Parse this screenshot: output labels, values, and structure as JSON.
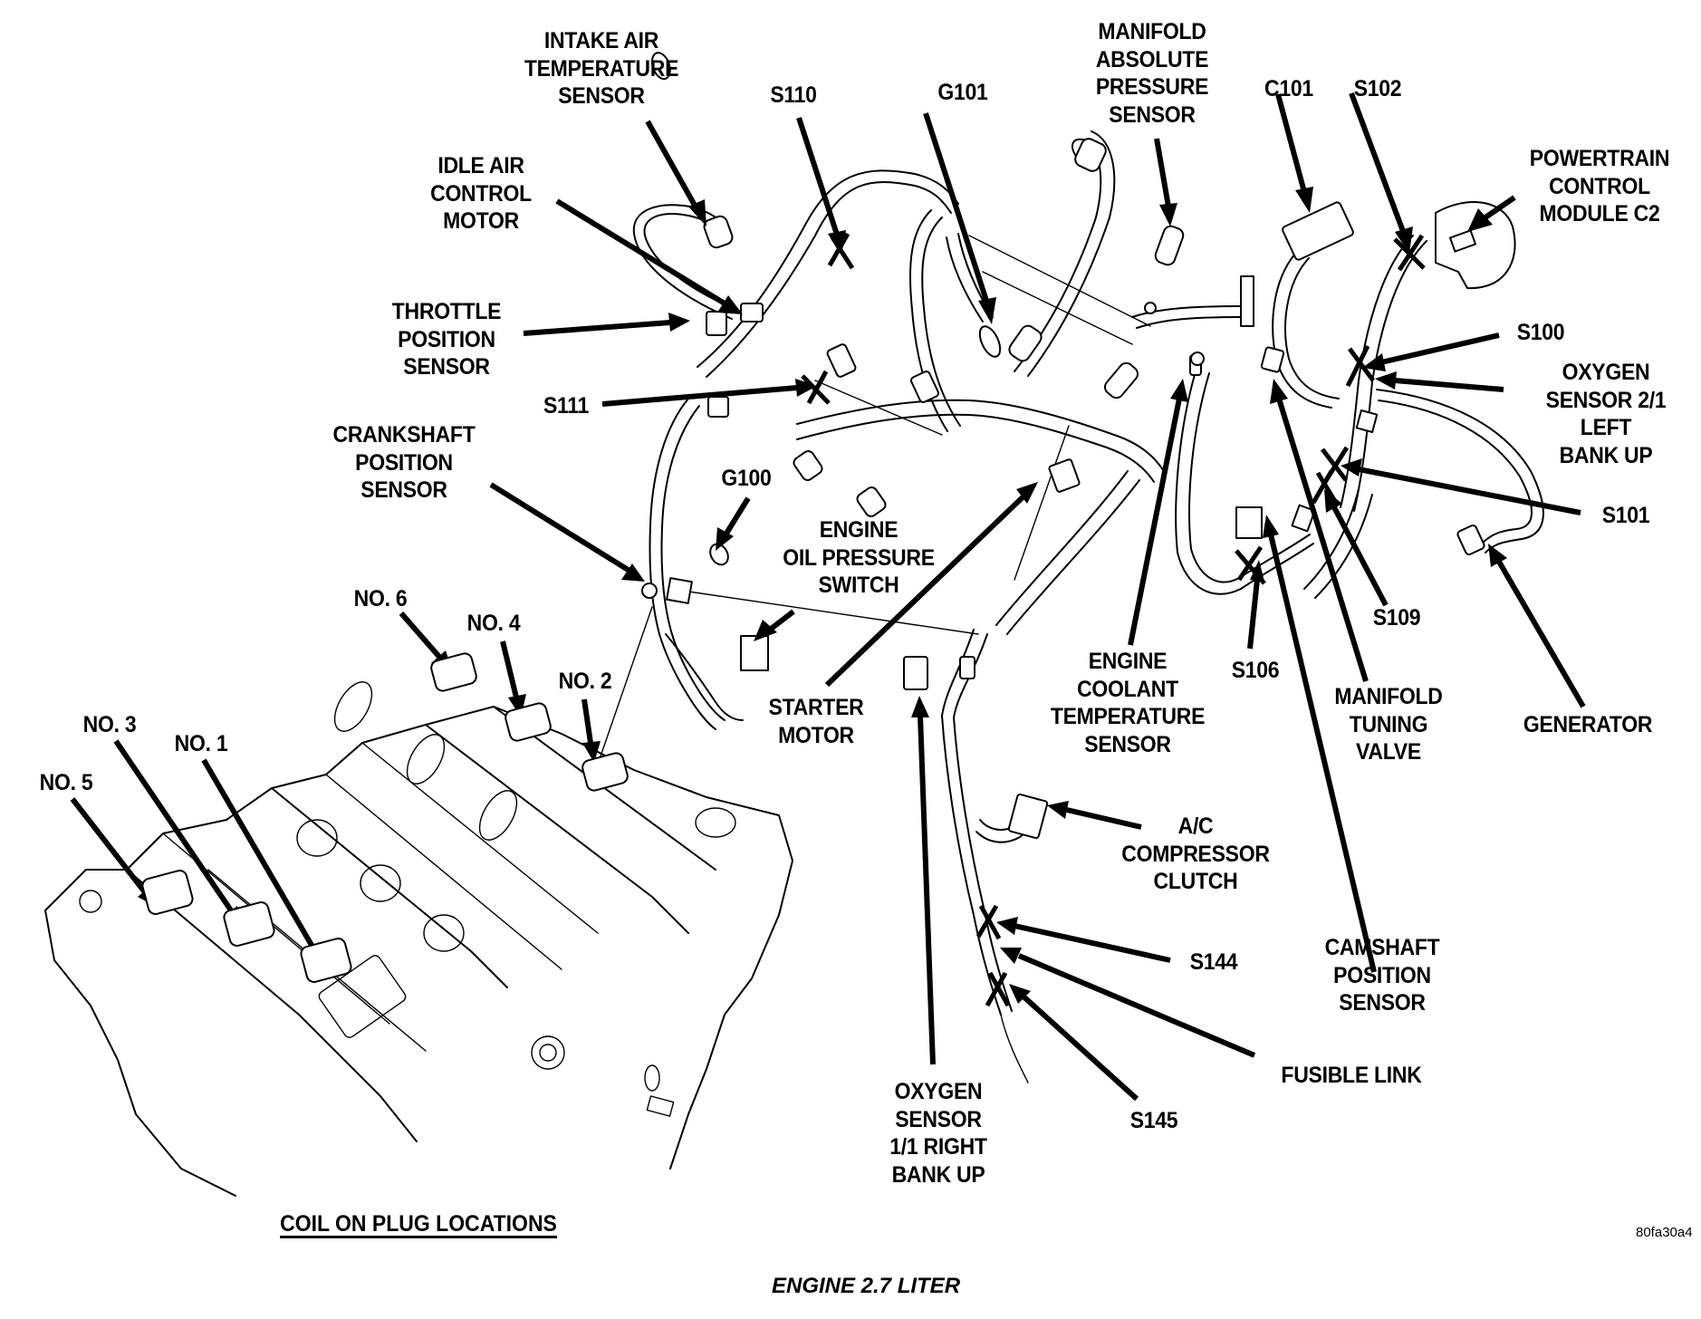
{
  "figure": {
    "title": "ENGINE 2.7 LITER",
    "figure_code": "80fa30a4",
    "inset_title": "COIL ON PLUG LOCATIONS"
  },
  "labels": {
    "intake_air_temp_sensor": [
      "INTAKE AIR",
      "TEMPERATURE",
      "SENSOR"
    ],
    "s110": "S110",
    "g101": "G101",
    "map_sensor": [
      "MANIFOLD",
      "ABSOLUTE",
      "PRESSURE",
      "SENSOR"
    ],
    "c101": "C101",
    "s102": "S102",
    "pcm_c2": [
      "POWERTRAIN",
      "CONTROL",
      "MODULE C2"
    ],
    "idle_air_control_motor": [
      "IDLE AIR",
      "CONTROL",
      "MOTOR"
    ],
    "throttle_position_sensor": [
      "THROTTLE",
      "POSITION",
      "SENSOR"
    ],
    "s111": "S111",
    "crankshaft_position_sensor": [
      "CRANKSHAFT",
      "POSITION",
      "SENSOR"
    ],
    "s100": "S100",
    "oxygen_sensor_2_1": [
      "OXYGEN",
      "SENSOR 2/1",
      "LEFT",
      "BANK UP"
    ],
    "s101": "S101",
    "g100": "G100",
    "oil_pressure_switch": [
      "ENGINE",
      "OIL PRESSURE",
      "SWITCH"
    ],
    "no6": "NO. 6",
    "no4": "NO. 4",
    "no2": "NO. 2",
    "no3": "NO. 3",
    "no1": "NO. 1",
    "no5": "NO. 5",
    "starter_motor": [
      "STARTER",
      "MOTOR"
    ],
    "coolant_temp_sensor": [
      "ENGINE",
      "COOLANT",
      "TEMPERATURE",
      "SENSOR"
    ],
    "s106": "S106",
    "s109": "S109",
    "manifold_tuning_valve": [
      "MANIFOLD",
      "TUNING",
      "VALVE"
    ],
    "generator": "GENERATOR",
    "ac_compressor_clutch": [
      "A/C",
      "COMPRESSOR",
      "CLUTCH"
    ],
    "s144": "S144",
    "camshaft_position_sensor": [
      "CAMSHAFT",
      "POSITION",
      "SENSOR"
    ],
    "fusible_link": "FUSIBLE LINK",
    "s145": "S145",
    "oxygen_sensor_1_1": [
      "OXYGEN",
      "SENSOR",
      "1/1 RIGHT",
      "BANK UP"
    ]
  }
}
